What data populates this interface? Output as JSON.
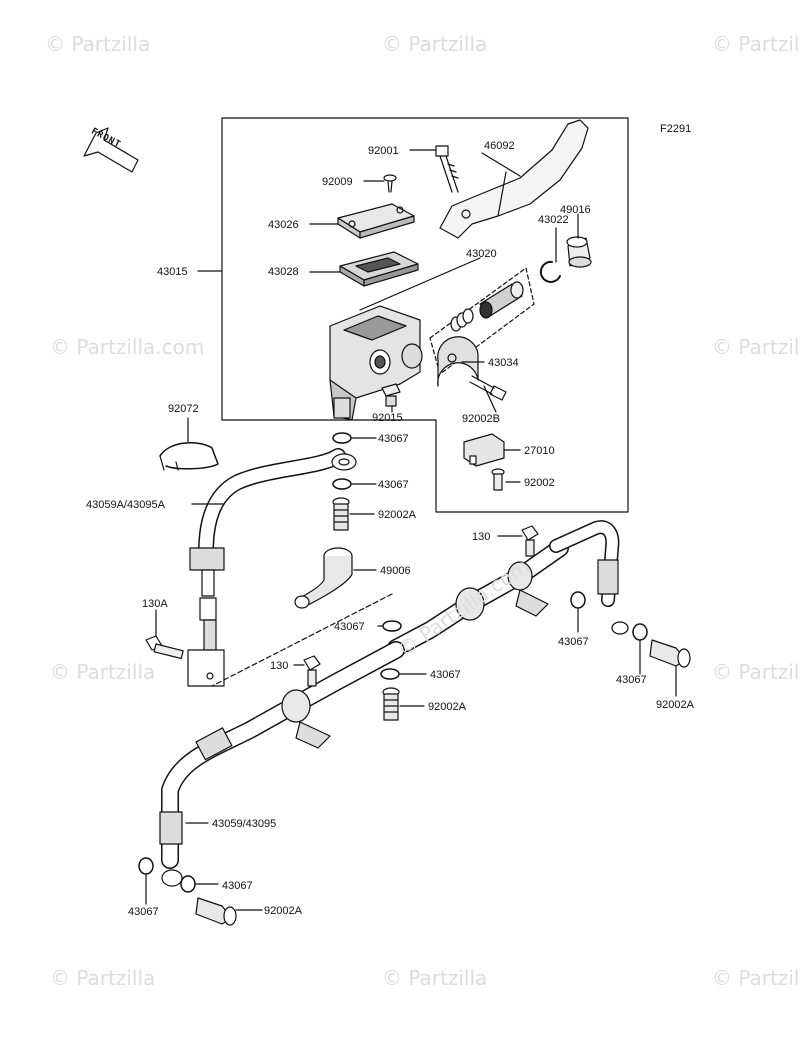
{
  "figure_code": "F2291",
  "front_label": "FRONT",
  "watermark": {
    "symbol": "©",
    "text": "Partzilla",
    "text_center": "Partzilla.com",
    "text_side": "Partzilla.com"
  },
  "labels": {
    "p92001": "92001",
    "p46092": "46092",
    "p92009": "92009",
    "p43026": "43026",
    "p43022": "43022",
    "p49016": "49016",
    "p43015": "43015",
    "p43028": "43028",
    "p43020": "43020",
    "p43034": "43034",
    "p92072": "92072",
    "p92015": "92015",
    "p92002B": "92002B",
    "p43067_a": "43067",
    "p27010": "27010",
    "p43067_b": "43067",
    "p92002": "92002",
    "p43059A": "43059A/43095A",
    "p92002A_a": "92002A",
    "p130_a": "130",
    "p49006": "49006",
    "p130A": "130A",
    "p43067_c": "43067",
    "p43067_d": "43067",
    "p130_b": "130",
    "p43067_e": "43067",
    "p43067_f": "43067",
    "p92002A_b": "92002A",
    "p92002A_c": "92002A",
    "p43059": "43059/43095",
    "p43067_g": "43067",
    "p43067_h": "43067",
    "p92002A_d": "92002A"
  }
}
